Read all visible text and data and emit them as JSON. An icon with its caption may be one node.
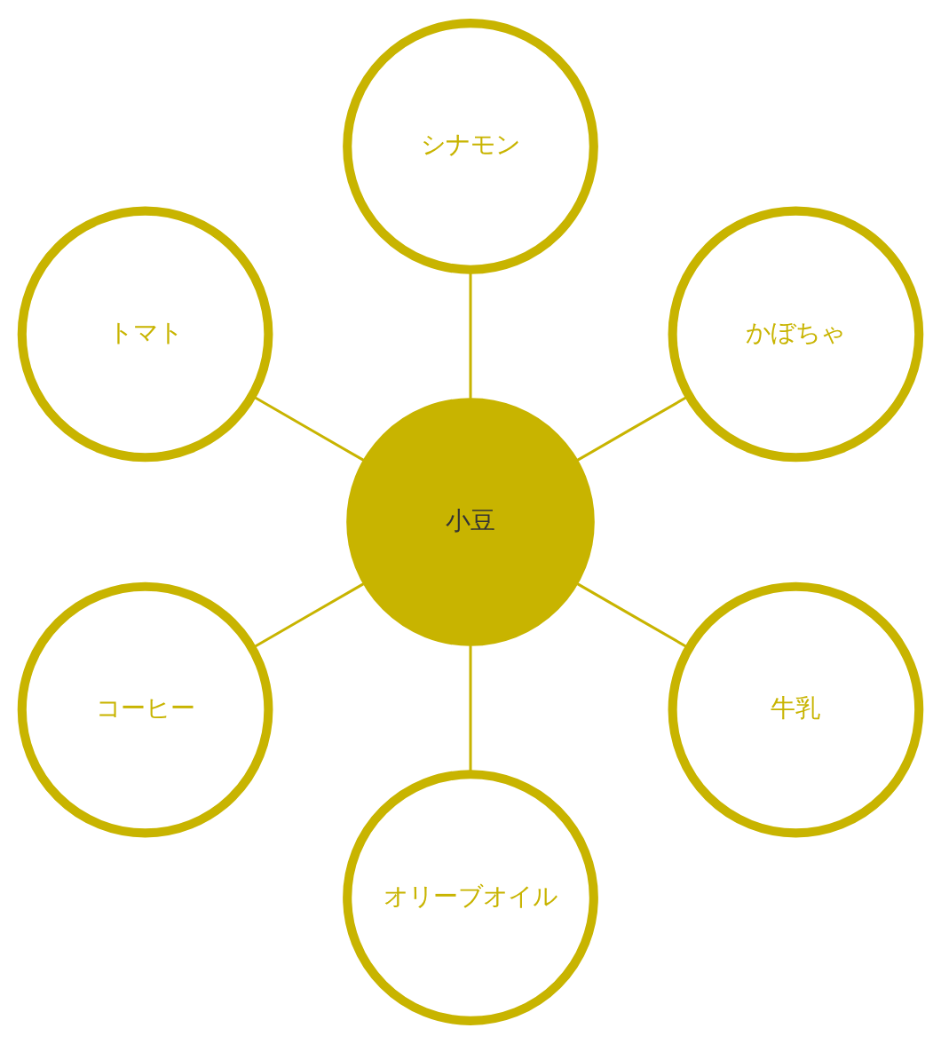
{
  "diagram": {
    "nodes": [
      {
        "text": [
          "かぼちゃ"
        ]
      },
      {
        "text": [
          "シナモン"
        ]
      },
      {
        "text": [
          "トマト"
        ]
      },
      {
        "text": [
          "小豆"
        ]
      },
      {
        "text": [
          "コーヒー"
        ]
      },
      {
        "text": [
          "オリーブオイル"
        ]
      },
      {
        "text": [
          "牛乳"
        ]
      }
    ],
    "edges": [
      {
        "from": 3,
        "to": 0,
        "arrow": "none"
      },
      {
        "from": 3,
        "to": 2,
        "arrow": "none"
      },
      {
        "from": 3,
        "to": 5,
        "arrow": "none"
      },
      {
        "from": 3,
        "to": 6,
        "arrow": "none"
      },
      {
        "from": 3,
        "to": 4,
        "arrow": "none"
      },
      {
        "from": 3,
        "to": 1,
        "arrow": "none"
      }
    ]
  }
}
